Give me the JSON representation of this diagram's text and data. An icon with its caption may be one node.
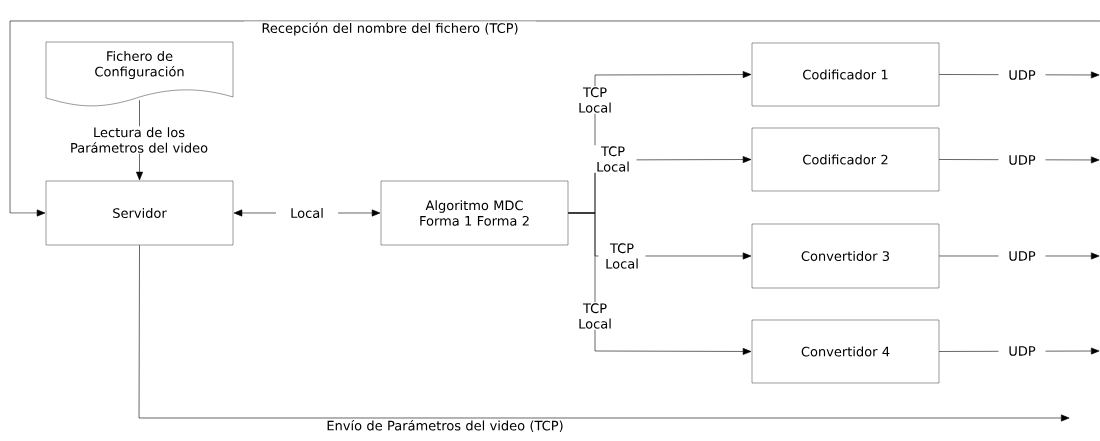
{
  "diagram": {
    "nodes": [
      {
        "text": [
          "Fichero de Configuración"
        ]
      },
      {
        "text": [
          "Servidor"
        ]
      },
      {
        "text": [
          "Algoritmo MDC Forma 1 Forma 2"
        ]
      },
      {
        "text": [
          "Codificador 1"
        ]
      },
      {
        "text": [
          "Codificador 2"
        ]
      },
      {
        "text": [
          "Convertidor 3"
        ]
      },
      {
        "text": [
          "Convertidor 4"
        ]
      }
    ],
    "edges": [
      {
        "from": null,
        "to": 1,
        "arrow": "to",
        "label": "Recepción del nombre del fichero (TCP)"
      },
      {
        "from": 0,
        "to": 1,
        "arrow": "to",
        "label": "Lectura de los Parámetros del video"
      },
      {
        "from": 1,
        "to": 2,
        "arrow": "both",
        "label": "Local"
      },
      {
        "from": 2,
        "to": 3,
        "arrow": "to",
        "label": "TCP Local"
      },
      {
        "from": 2,
        "to": 4,
        "arrow": "to",
        "label": "TCP Local"
      },
      {
        "from": 2,
        "to": 5,
        "arrow": "to",
        "label": "TCP Local"
      },
      {
        "from": 2,
        "to": 6,
        "arrow": "to",
        "label": "TCP Local"
      },
      {
        "from": 3,
        "to": null,
        "arrow": "to",
        "label": "UDP"
      },
      {
        "from": 4,
        "to": null,
        "arrow": "to",
        "label": "UDP"
      },
      {
        "from": 5,
        "to": null,
        "arrow": "to",
        "label": "UDP"
      },
      {
        "from": 6,
        "to": null,
        "arrow": "to",
        "label": "UDP"
      },
      {
        "from": 1,
        "to": null,
        "arrow": "to",
        "label": "Envío de Parámetros del video (TCP)"
      }
    ]
  }
}
